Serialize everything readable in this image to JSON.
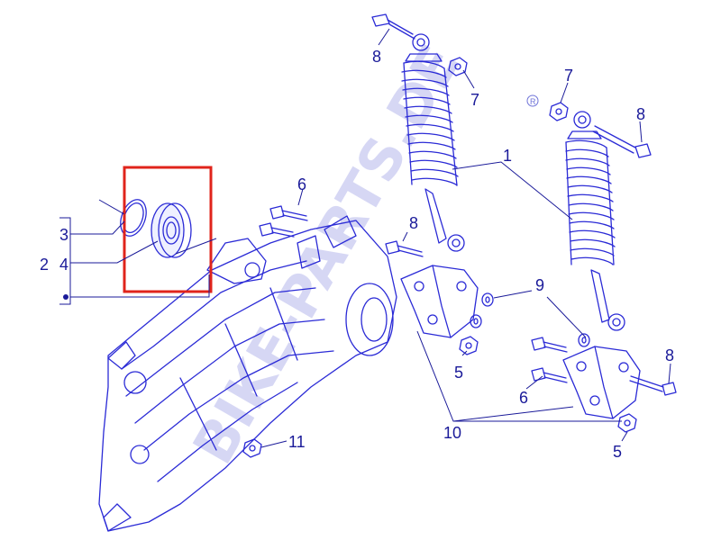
{
  "diagram": {
    "callouts": {
      "c1": "1",
      "c2": "2",
      "c3": "3",
      "c4": "4",
      "c5a": "5",
      "c5b": "5",
      "c6a": "6",
      "c6b": "6",
      "c7a": "7",
      "c7b": "7",
      "c8a": "8",
      "c8b": "8",
      "c8c": "8",
      "c9": "9",
      "c10": "10",
      "c11": "11"
    },
    "watermark": "BIKE-PARTS.DE",
    "colors": {
      "line": "#2b2bd6",
      "highlight_box": "#e0241b",
      "text": "#1a1a99",
      "watermark": "#6f73d8"
    }
  }
}
